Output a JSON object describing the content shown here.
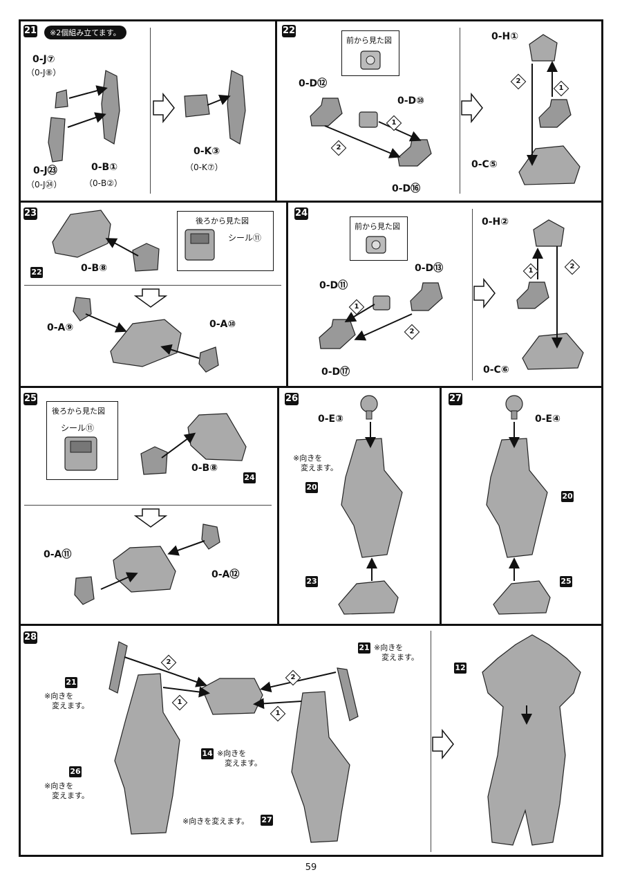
{
  "page_number": "59",
  "steps": {
    "s21": {
      "num": "21",
      "note": "※2個組み立てます。",
      "l1": "0-J⑦",
      "l2": "（0-J⑧）",
      "l3": "0-J㉓",
      "l4": "（0-J㉔）",
      "l5": "0-B①",
      "l6": "（0-B②）",
      "l7": "0-K③",
      "l8": "（0-K⑦）"
    },
    "s22": {
      "num": "22",
      "box_title": "前から見た図",
      "l1": "0-D⑫",
      "l2": "0-D⑩",
      "l3": "0-D⑯",
      "l4": "0-H①",
      "l5": "0-C⑤"
    },
    "s23": {
      "num": "23",
      "box_title": "後ろから見た図",
      "seal": "シール⑪",
      "ref": "22",
      "l1": "0-B⑧",
      "l2": "0-A⑨",
      "l3": "0-A⑩"
    },
    "s24": {
      "num": "24",
      "box_title": "前から見た図",
      "l1": "0-D⑪",
      "l2": "0-D⑬",
      "l3": "0-D⑰",
      "l4": "0-H②",
      "l5": "0-C⑥"
    },
    "s25": {
      "num": "25",
      "box_title": "後ろから見た図",
      "seal": "シール⑪",
      "ref": "24",
      "l1": "0-B⑧",
      "l2": "0-A⑪",
      "l3": "0-A⑫"
    },
    "s26": {
      "num": "26",
      "l1": "0-E③",
      "note": "※向きを\n　変えます。",
      "ref1": "20",
      "ref2": "23"
    },
    "s27": {
      "num": "27",
      "l1": "0-E④",
      "ref1": "20",
      "ref2": "25"
    },
    "s28": {
      "num": "28",
      "ref21a": "21",
      "note21a": "※向きを\n　変えます。",
      "ref21b": "21",
      "note21b": "※向きを\n　変えます。",
      "ref26": "26",
      "note26": "※向きを\n　変えます。",
      "ref14": "14",
      "note14": "※向きを\n　変えます。",
      "ref27": "27",
      "note27": "※向きを変えます。",
      "ref12": "12"
    }
  },
  "order_marks": {
    "one": "1",
    "two": "2"
  }
}
